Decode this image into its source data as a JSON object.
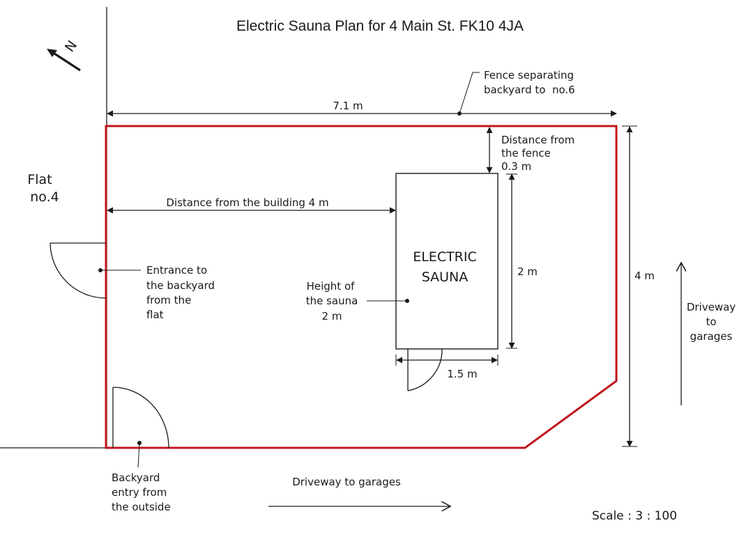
{
  "title": "Electric Sauna Plan for 4 Main St. FK10 4JA",
  "north_label": "N",
  "flat_label": [
    "Flat",
    "no.4"
  ],
  "fence_note": [
    "Fence separating",
    "backyard to  no.6"
  ],
  "width_dimension": "7.1 m",
  "fence_distance_note": [
    "Distance from",
    "the fence",
    "0.3 m"
  ],
  "building_distance": "Distance from the building 4 m",
  "sauna_label": [
    "ELECTRIC",
    "SAUNA"
  ],
  "sauna_length": "2 m",
  "sauna_width": "1.5 m",
  "sauna_height_note": [
    "Height of",
    "the sauna",
    "2 m"
  ],
  "yard_depth": "4 m",
  "entrance_note": [
    "Entrance to",
    "the backyard",
    "from the",
    "flat"
  ],
  "backyard_entry_note": [
    "Backyard",
    "entry from",
    "the outside"
  ],
  "driveway_bottom": "Driveway to garages",
  "driveway_right": [
    "Driveway",
    "to",
    "garages"
  ],
  "scale": "Scale : 3 : 100",
  "colors": {
    "boundary": "#c0161c",
    "lines": "#1a1a1a",
    "background": "#ffffff"
  }
}
